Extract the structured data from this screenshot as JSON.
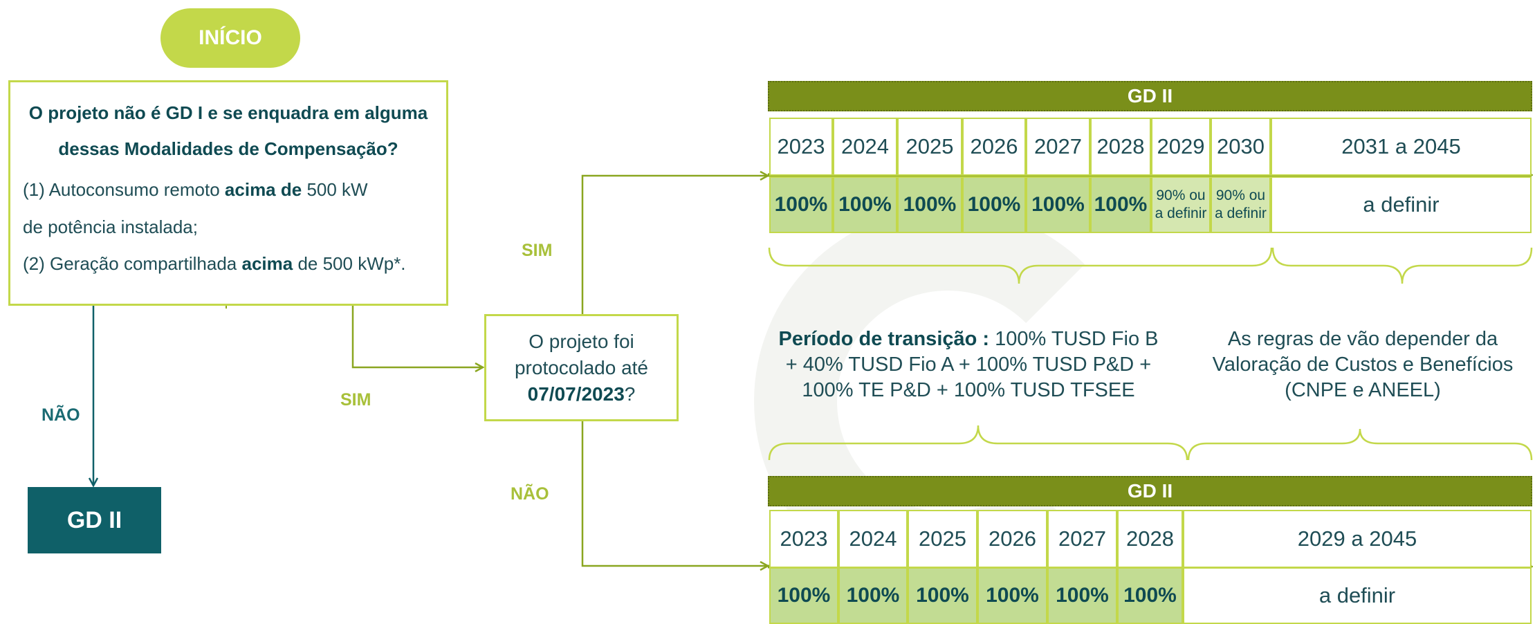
{
  "start": {
    "label": "INÍCIO"
  },
  "question": {
    "title_line1": "O projeto não é GD I e se enquadra em alguma",
    "title_line2": "dessas Modalidades de Compensação?",
    "item1_pre": "(1) Autoconsumo remoto ",
    "item1_bold": "acima de",
    "item1_post": " 500 kW",
    "item1_line2": "de potência instalada;",
    "item2_pre": "(2) Geração compartilhada ",
    "item2_bold": "acima",
    "item2_post": " de 500 kWp*."
  },
  "labels": {
    "sim_left": "SIM",
    "sim_top": "SIM",
    "nao_left": "NÃO",
    "nao_right": "NÃO"
  },
  "gd2_box": {
    "label": "GD II"
  },
  "protocol_box": {
    "line1": "O projeto foi",
    "line2": "protocolado até",
    "date": "07/07/2023",
    "suffix": "?"
  },
  "table_top": {
    "header": "GD II",
    "years": [
      "2023",
      "2024",
      "2025",
      "2026",
      "2027",
      "2028",
      "2029",
      "2030"
    ],
    "last_year_range": "2031 a 2045",
    "values": [
      "100%",
      "100%",
      "100%",
      "100%",
      "100%",
      "100%"
    ],
    "light_values": [
      "90% ou a definir",
      "90% ou a definir"
    ],
    "tbd": "a definir"
  },
  "table_bottom": {
    "header": "GD II",
    "years": [
      "2023",
      "2024",
      "2025",
      "2026",
      "2027",
      "2028"
    ],
    "last_year_range": "2029 a 2045",
    "values": [
      "100%",
      "100%",
      "100%",
      "100%",
      "100%",
      "100%"
    ],
    "tbd": "a definir"
  },
  "transition": {
    "bold": "Período de transição :",
    "line1_rest": " 100% TUSD Fio B",
    "line2": "+  40% TUSD Fio A + 100% TUSD P&D +",
    "line3": "100% TE P&D + 100% TUSD TFSEE"
  },
  "rules": {
    "line1": "As regras de vão depender da",
    "line2": "Valoração de Custos e Benefícios",
    "line3": "(CNPE e ANEEL)"
  },
  "colors": {
    "lime": "#c3d84a",
    "olive": "#7a8f1a",
    "teal": "#0f6068",
    "cell_green": "#c2dc93"
  }
}
